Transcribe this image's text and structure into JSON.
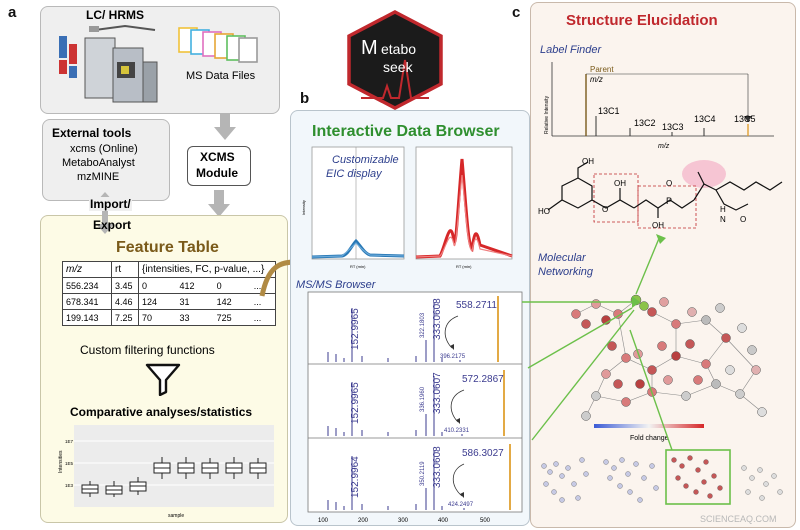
{
  "panel_labels": {
    "a": "a",
    "b": "b",
    "c": "c"
  },
  "lc": {
    "title": "LC/ HRMS",
    "files_label": "MS Data Files"
  },
  "tools": {
    "title": "External tools",
    "items": [
      "xcms (Online)",
      "MetaboAnalyst",
      "mzMINE"
    ]
  },
  "import_export": {
    "line1": "Import/",
    "line2": "Export"
  },
  "xcms": {
    "line1": "XCMS",
    "line2": "Module"
  },
  "logo": {
    "big": "M",
    "rest": "etabo",
    "second": "seek"
  },
  "feature_table": {
    "title": "Feature Table",
    "headers": [
      "m/z",
      "rt",
      "{intensities, FC, p-value, ...}"
    ],
    "rows": [
      [
        "556.234",
        "3.45",
        "0",
        "412",
        "0",
        "..."
      ],
      [
        "678.341",
        "4.46",
        "124",
        "31",
        "142",
        "..."
      ],
      [
        "199.143",
        "7.25",
        "70",
        "33",
        "725",
        "..."
      ]
    ],
    "filter_label": "Custom filtering functions",
    "stats_label": "Comparative analyses/statistics",
    "boxplot_y": "Intensities",
    "boxplot_x": "sample",
    "boxplot_ticks": [
      "1E7",
      "1E5",
      "1E3"
    ]
  },
  "browser": {
    "title": "Interactive Data Browser",
    "eic_label1": "Customizable",
    "eic_label2": "EIC display",
    "msms_label": "MS/MS Browser",
    "eic_yaxis": "Intensity",
    "eic_xaxis": "RT (min)",
    "spectra": [
      {
        "peak1": "152.9965",
        "peak2": "322.1803",
        "peak3": "333.0608",
        "precursor": "558.2711",
        "frag": "396.2175"
      },
      {
        "peak1": "152.9965",
        "peak2": "336.1960",
        "peak3": "333.0607",
        "precursor": "572.2867",
        "frag": "410.2331"
      },
      {
        "peak1": "152.9964",
        "peak2": "350.2119",
        "peak3": "333.0608",
        "precursor": "586.3027",
        "frag": "424.2497"
      }
    ],
    "xticks": [
      "100",
      "200",
      "300",
      "400",
      "500"
    ]
  },
  "structure": {
    "title": "Structure Elucidation",
    "label_finder": "Label Finder",
    "parent": "Parent",
    "mz": "m/z",
    "rel_int": "Relative Intensity",
    "c_labels": [
      "13C1",
      "13C2",
      "13C3",
      "13C4",
      "13C5"
    ],
    "networking1": "Molecular",
    "networking2": "Networking",
    "fold_change": "Fold change",
    "atoms": {
      "oh": "OH",
      "o": "O",
      "ho": "HO",
      "p": "P",
      "h": "H",
      "n": "N"
    }
  },
  "watermark": "SCIENCEAQ.COM",
  "colors": {
    "gray_box": "#efefef",
    "cream_box": "#fdfbe6",
    "blue_box": "#f2f7fb",
    "peach_box": "#fbf4ee",
    "title_brown": "#7a5a1a",
    "title_green": "#2f8f2f",
    "title_red": "#c0282d",
    "text_blue": "#2c3e8c",
    "eic_blue": "#2878b5",
    "eic_red": "#d62728",
    "arrow_gray": "#b5b5b5",
    "arrow_green": "#6cc04a",
    "logo_bg": "#c0282d"
  }
}
